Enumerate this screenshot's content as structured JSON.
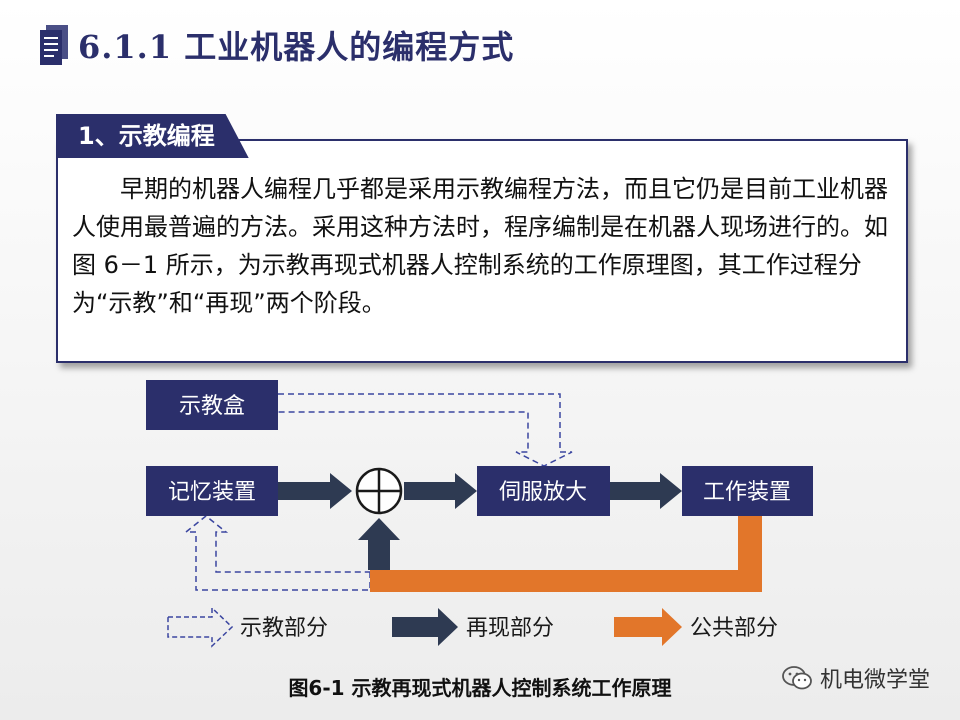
{
  "header": {
    "title": "6.1.1 工业机器人的编程方式"
  },
  "section": {
    "tab_label": "1、示教编程",
    "paragraph": "早期的机器人编程几乎都是采用示教编程方法，而且它仍是目前工业机器人使用最普遍的方法。采用这种方法时，程序编制是在机器人现场进行的。如图 6－1 所示，为示教再现式机器人控制系统的工作原理图，其工作过程分为“示教”和“再现”两个阶段。"
  },
  "diagram": {
    "boxes": {
      "teach_pendant": "示教盒",
      "memory": "记忆装置",
      "servo": "伺服放大",
      "work": "工作装置"
    },
    "legend": {
      "teach": "示教部分",
      "replay": "再现部分",
      "common": "公共部分"
    },
    "colors": {
      "box": "#2b2f6b",
      "replay_arrow": "#2e3a52",
      "common_arrow": "#e2762a",
      "teach_arrow": "#3b46a0"
    }
  },
  "caption": "图6-1 示教再现式机器人控制系统工作原理",
  "watermark": "机电微学堂"
}
